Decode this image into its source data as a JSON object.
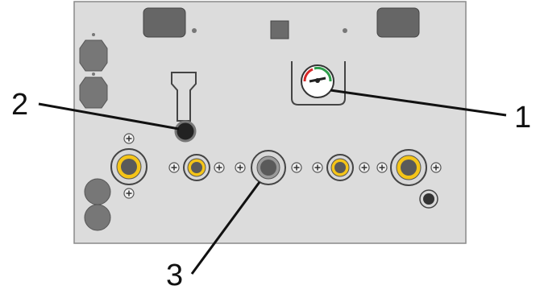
{
  "callouts": [
    {
      "id": "1",
      "label": "1",
      "target": "pressure-gauge"
    },
    {
      "id": "2",
      "label": "2",
      "target": "black-outlet-port"
    },
    {
      "id": "3",
      "label": "3",
      "target": "central-grey-connector"
    }
  ],
  "colors": {
    "panel": "#dcdcdc",
    "panel_border": "#8a8a8a",
    "port_yellow": "#f5c518",
    "port_dark": "#5a5a5a",
    "gauge_red": "#d62828",
    "gauge_green": "#2e9d4a",
    "leader_line": "#111111"
  },
  "icons": {
    "screw": "phillips-screw-icon",
    "gauge": "pressure-gauge-icon"
  }
}
